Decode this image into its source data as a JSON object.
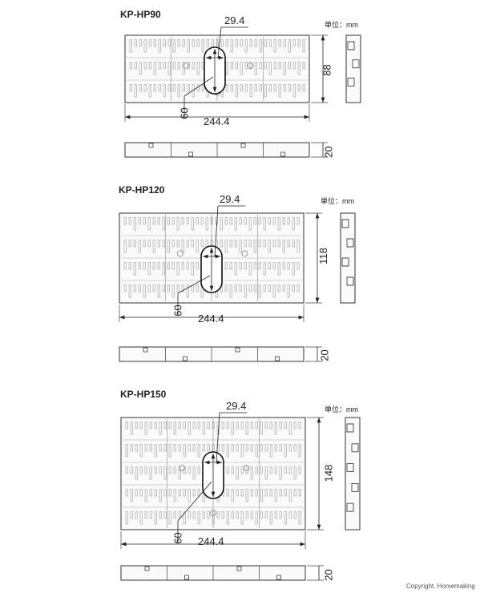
{
  "diagrams": [
    {
      "model": "KP-HP90",
      "unit_label": "単位：mm",
      "slot_width": "29.4",
      "slot_length": "60",
      "length": "244.4",
      "height": "88",
      "thickness": "20"
    },
    {
      "model": "KP-HP120",
      "unit_label": "単位：mm",
      "slot_width": "29.4",
      "slot_length": "60",
      "length": "244.4",
      "height": "118",
      "thickness": "20"
    },
    {
      "model": "KP-HP150",
      "unit_label": "単位：mm",
      "slot_width": "29.4",
      "slot_length": "60",
      "length": "244.4",
      "height": "148",
      "thickness": "20"
    }
  ],
  "copyright": "Copyright. Homemaking"
}
